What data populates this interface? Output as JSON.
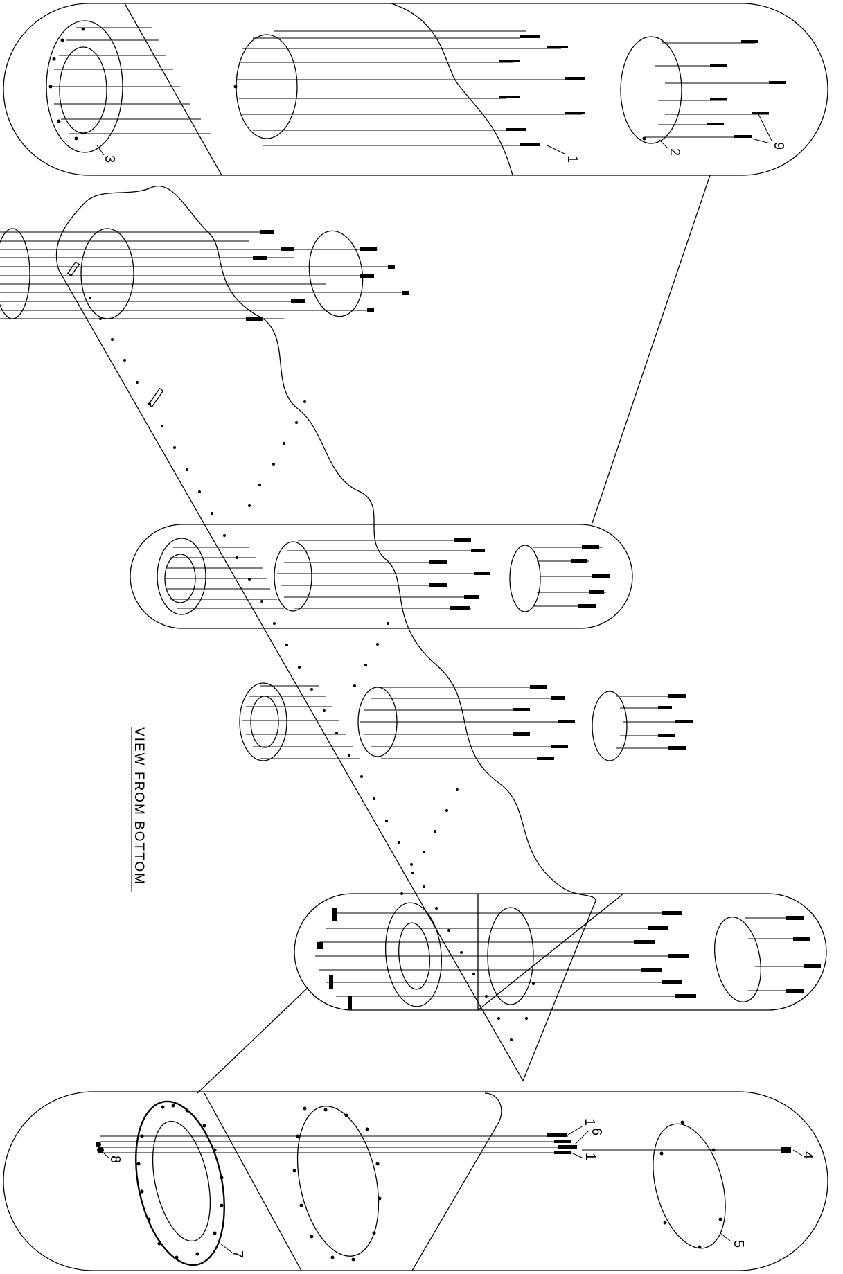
{
  "view_label": "VIEW FROM BOTTOM",
  "callouts": {
    "c1_top": "1",
    "c2": "2",
    "c3": "3",
    "c9": "9",
    "c1_bottom_a": "1",
    "c6": "6",
    "c1_bottom_b": "1",
    "c4": "4",
    "c5": "5",
    "c7": "7",
    "c8": "8"
  }
}
